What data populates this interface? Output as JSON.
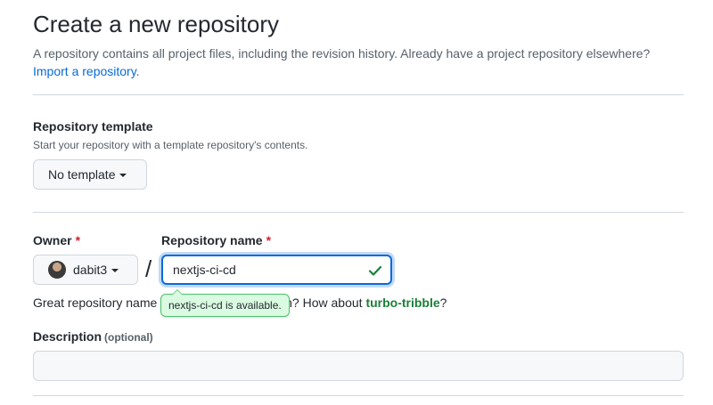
{
  "header": {
    "title": "Create a new repository",
    "subtitle": "A repository contains all project files, including the revision history. Already have a project repository elsewhere?",
    "import_link": "Import a repository."
  },
  "template": {
    "label": "Repository template",
    "note": "Start your repository with a template repository's contents.",
    "button_label": "No template"
  },
  "owner": {
    "label": "Owner",
    "required_mark": "*",
    "value": "dabit3"
  },
  "separator": "/",
  "repository": {
    "label": "Repository name",
    "required_mark": "*",
    "value": "nextjs-ci-cd",
    "tooltip": "nextjs-ci-cd is available."
  },
  "hint": {
    "prefix": "Great repository name",
    "middle": "ble. Need inspiration? How about",
    "suggestion": "turbo-tribble",
    "suffix": "?"
  },
  "description": {
    "label": "Description",
    "optional": "(optional)",
    "value": ""
  },
  "colors": {
    "link": "#0969da",
    "required": "#cf222e",
    "success": "#1a7f37",
    "tooltip_bg": "#dafbe1",
    "tooltip_border": "#4ac26b"
  },
  "icons": {
    "caret": "caret-down-icon",
    "check": "check-icon",
    "avatar": "avatar"
  }
}
